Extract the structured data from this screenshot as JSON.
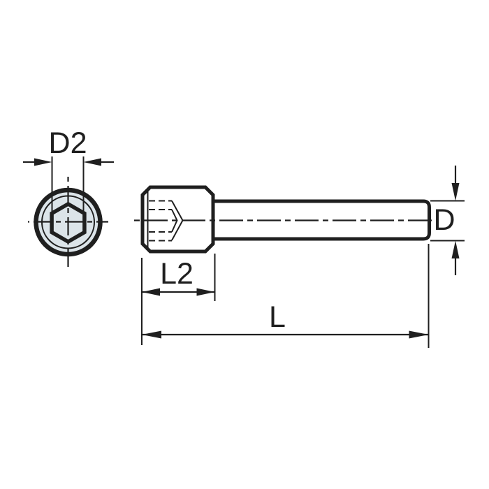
{
  "labels": {
    "socket_diameter": "D2",
    "shaft_diameter": "D",
    "head_length": "L2",
    "overall_length": "L"
  },
  "colors": {
    "body_fill": "#dce4e9",
    "line": "#1f1f1f",
    "background": "#ffffff"
  }
}
